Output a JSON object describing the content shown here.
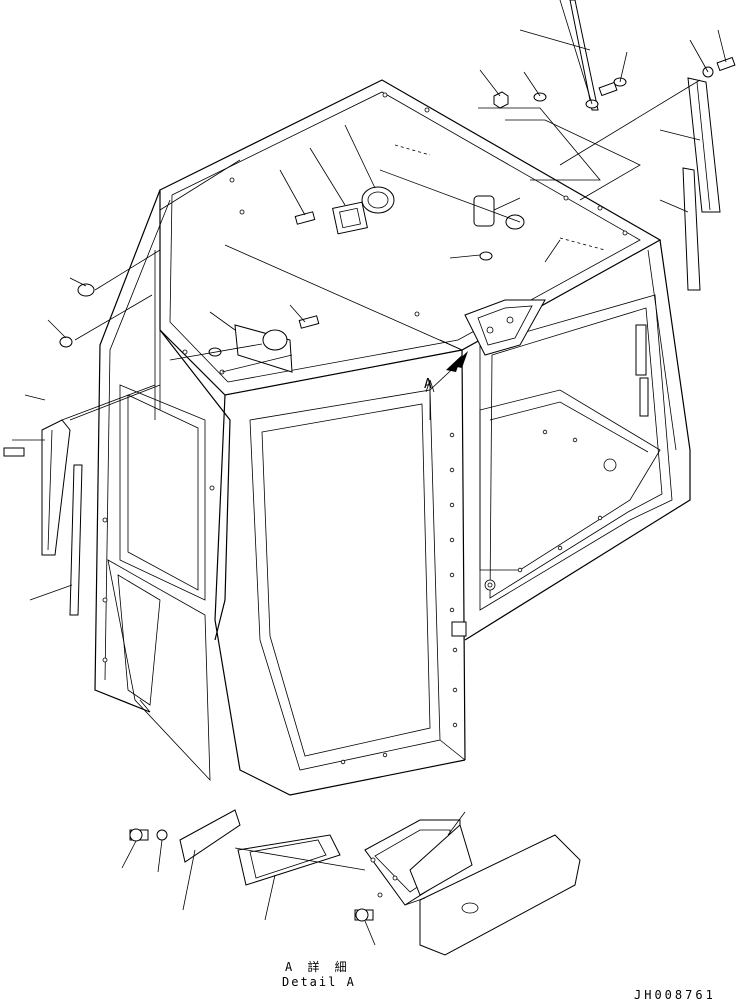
{
  "labels": {
    "view_marker": "A",
    "detail_title": "A 詳 細",
    "detail_subtitle": "Detail A",
    "drawing_number": "JH008761"
  }
}
